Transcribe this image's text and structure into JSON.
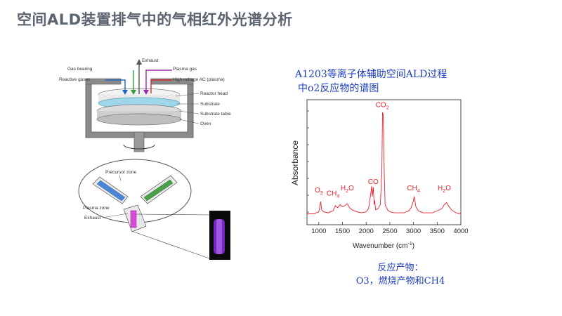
{
  "page": {
    "title": "空间ALD装置排气中的气相红外光谱分析"
  },
  "diagram": {
    "labels": {
      "exhaust_top": "Exhaust",
      "gas_bearing": "Gas bearing",
      "reactive_gases": "Reactive gases",
      "plasma_gas": "Plasma gas",
      "high_voltage": "High voltage AC (plasma)",
      "reactor_head": "Reactor head",
      "substrate": "Substrate",
      "substrate_table": "Substrate table",
      "oven": "Oven",
      "precursor_zone": "Precursor zone",
      "plasma_zone": "Plasma zone",
      "exhaust_bottom": "Exhaust"
    },
    "colors": {
      "gas_bearing": "#2f9e3a",
      "reactive": "#2166c4",
      "plasma": "#9c2aa8",
      "high_voltage": "#d22a2a",
      "plasma_glow": "#8a2be2"
    }
  },
  "spectrum": {
    "title_line1": "A1203等离子体辅助空间ALD过程",
    "title_line2": "中o2反应物的谱图",
    "caption_line1": "反应产物：",
    "caption_line2": "O3，燃烧产物和CH4"
  },
  "chart_data": {
    "type": "line",
    "xlabel": "Wavenumber (cm",
    "xlabel_sup": "-1",
    "xlabel_end": ")",
    "ylabel": "Absorbance",
    "xlim": [
      750,
      4000
    ],
    "xticks": [
      1000,
      1500,
      2000,
      2500,
      3000,
      3500,
      4000
    ],
    "line_color": "#e8202a",
    "series": [
      {
        "x": [
          750,
          900,
          1000,
          1020,
          1040,
          1060,
          1100,
          1200,
          1300,
          1350,
          1400,
          1450,
          1500,
          1550,
          1600,
          1650,
          1700,
          1800,
          1900,
          2000,
          2050,
          2080,
          2100,
          2115,
          2130,
          2150,
          2170,
          2180,
          2200,
          2250,
          2300,
          2330,
          2345,
          2360,
          2380,
          2400,
          2450,
          2500,
          2600,
          2700,
          2800,
          2900,
          2950,
          3000,
          3015,
          3050,
          3100,
          3200,
          3400,
          3600,
          3650,
          3700,
          3750,
          3800,
          3900,
          4000
        ],
        "y": [
          0.01,
          0.01,
          0.03,
          0.08,
          0.13,
          0.05,
          0.03,
          0.02,
          0.04,
          0.09,
          0.07,
          0.1,
          0.08,
          0.09,
          0.11,
          0.07,
          0.05,
          0.03,
          0.02,
          0.03,
          0.06,
          0.15,
          0.22,
          0.28,
          0.18,
          0.27,
          0.1,
          0.14,
          0.05,
          0.06,
          0.1,
          0.4,
          1.0,
          0.98,
          0.45,
          0.1,
          0.05,
          0.03,
          0.02,
          0.02,
          0.02,
          0.04,
          0.07,
          0.14,
          0.18,
          0.08,
          0.04,
          0.02,
          0.02,
          0.06,
          0.1,
          0.12,
          0.08,
          0.05,
          0.02,
          0.01
        ]
      }
    ],
    "annotations": [
      {
        "text": "O",
        "sub": "3",
        "x": 1000,
        "y": 0.22
      },
      {
        "text": "CH",
        "sub": "4",
        "x": 1300,
        "y": 0.19
      },
      {
        "text": "H",
        "sub": "2",
        "tail": "O",
        "x": 1600,
        "y": 0.24
      },
      {
        "text": "CO",
        "sub": "",
        "x": 2150,
        "y": 0.3
      },
      {
        "text": "CO",
        "sub": "2",
        "x": 2340,
        "y": 1.05
      },
      {
        "text": "CH",
        "sub": "4",
        "x": 3000,
        "y": 0.24
      },
      {
        "text": "H",
        "sub": "2",
        "tail": "O",
        "x": 3650,
        "y": 0.24
      }
    ]
  }
}
